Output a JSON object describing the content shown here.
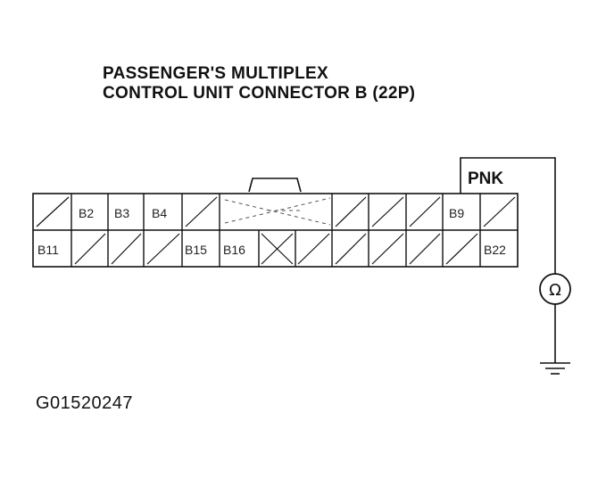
{
  "diagram": {
    "title_line1": "PASSENGER'S MULTIPLEX",
    "title_line2": "CONTROL UNIT CONNECTOR B (22P)",
    "wire_color": "PNK",
    "meter_symbol": "Ω",
    "figure_id": "G01520247",
    "pins": {
      "b2": "B2",
      "b3": "B3",
      "b4": "B4",
      "b9": "B9",
      "b11": "B11",
      "b15": "B15",
      "b16": "B16",
      "b22": "B22"
    }
  }
}
